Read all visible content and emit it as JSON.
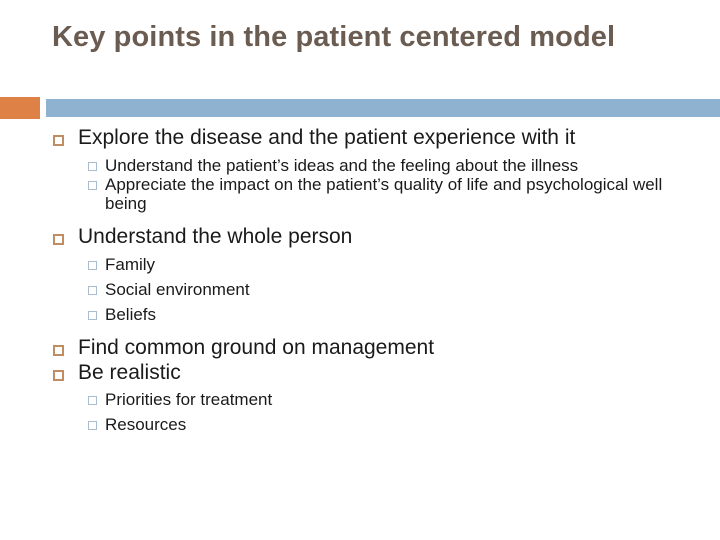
{
  "slide": {
    "title": "Key points in the patient centered model",
    "colors": {
      "title_text": "#6b5c52",
      "accent_orange": "#dd8147",
      "accent_blue": "#8fb2d0",
      "bullet_level1": "#c08d62",
      "bullet_level2": "#a9bcd0",
      "body_text": "#1a1a1a",
      "background": "#ffffff"
    },
    "bullet_icons": {
      "level1": "hollow-square-orange",
      "level2": "hollow-square-blue"
    },
    "content": [
      {
        "level1": "Explore the disease and the patient experience with it",
        "level2": [
          "Understand the patient’s ideas and the feeling about the illness",
          "Appreciate the impact on the patient’s quality of life and psychological well being"
        ]
      },
      {
        "level1": "Understand the whole person",
        "level2": [
          "Family",
          "Social environment",
          "Beliefs"
        ]
      },
      {
        "level1": "Find common ground on management",
        "level2": []
      },
      {
        "level1": "Be realistic",
        "level2": [
          "Priorities for treatment",
          "Resources"
        ]
      }
    ]
  }
}
